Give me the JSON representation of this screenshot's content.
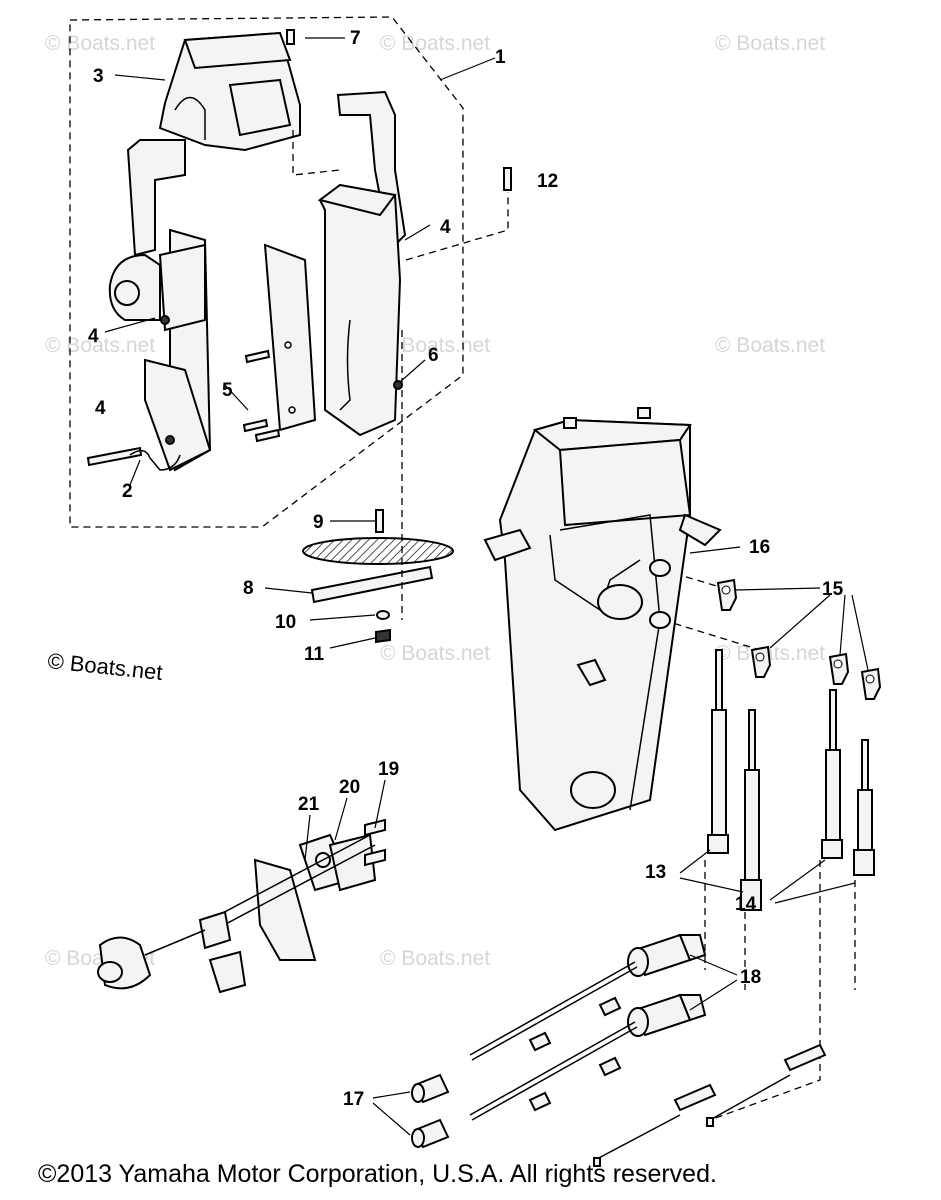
{
  "watermarks": [
    "© Boats.net",
    "© Boats.net",
    "© Boats.net",
    "© Boats.net",
    "© Boats.net",
    "© Boats.net",
    "© Boats.net",
    "© Boats.net",
    "© Boats.net",
    "© Boats.net"
  ],
  "watermark_main": "© Boats.net",
  "callouts": {
    "c1": "1",
    "c2": "2",
    "c3": "3",
    "c4a": "4",
    "c4b": "4",
    "c4c": "4",
    "c5": "5",
    "c6": "6",
    "c7": "7",
    "c8": "8",
    "c9": "9",
    "c10": "10",
    "c11": "11",
    "c12": "12",
    "c13": "13",
    "c14": "14",
    "c15": "15",
    "c16": "16",
    "c17": "17",
    "c18": "18",
    "c19": "19",
    "c20": "20",
    "c21": "21"
  },
  "copyright": "©2013 Yamaha Motor Corporation, U.S.A. All rights reserved."
}
